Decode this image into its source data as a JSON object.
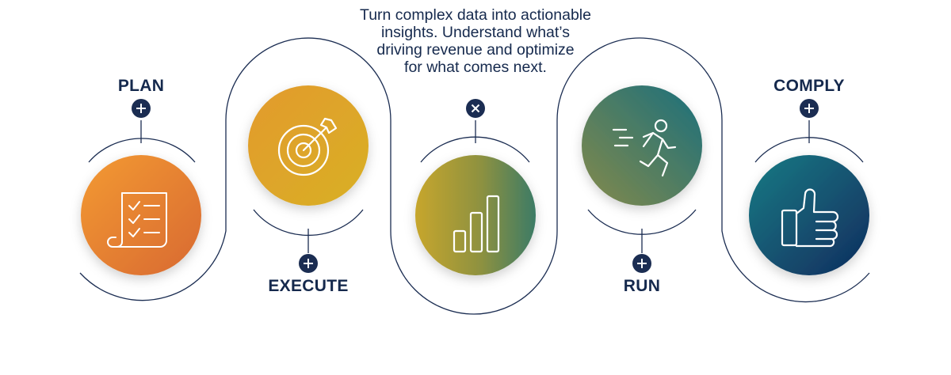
{
  "diagram": {
    "description_lines": [
      "Turn complex data into actionable",
      "insights. Understand what’s",
      "driving revenue and optimize",
      "for what comes next."
    ],
    "stages": [
      {
        "label": "PLAN",
        "icon": "checklist-icon",
        "toggle": "plus",
        "label_position": "top"
      },
      {
        "label": "EXECUTE",
        "icon": "target-icon",
        "toggle": "plus",
        "label_position": "bottom"
      },
      {
        "label": "",
        "icon": "bar-chart-icon",
        "toggle": "close",
        "label_position": "top"
      },
      {
        "label": "RUN",
        "icon": "running-person-icon",
        "toggle": "plus",
        "label_position": "bottom"
      },
      {
        "label": "COMPLY",
        "icon": "thumbs-up-icon",
        "toggle": "plus",
        "label_position": "top"
      }
    ],
    "colors": {
      "text": "#15294d",
      "connector": "#1b2d52",
      "toggle_fill": "#1b2d52",
      "plan": [
        "#f18a2c",
        "#d8692f"
      ],
      "execute": [
        "#eba62f",
        "#d6a225"
      ],
      "analyze": [
        "#c4a42c",
        "#3f7a63"
      ],
      "run": [
        "#7e8a4e",
        "#1f7179"
      ],
      "comply": [
        "#1a7a83",
        "#0f2e5f"
      ]
    }
  }
}
